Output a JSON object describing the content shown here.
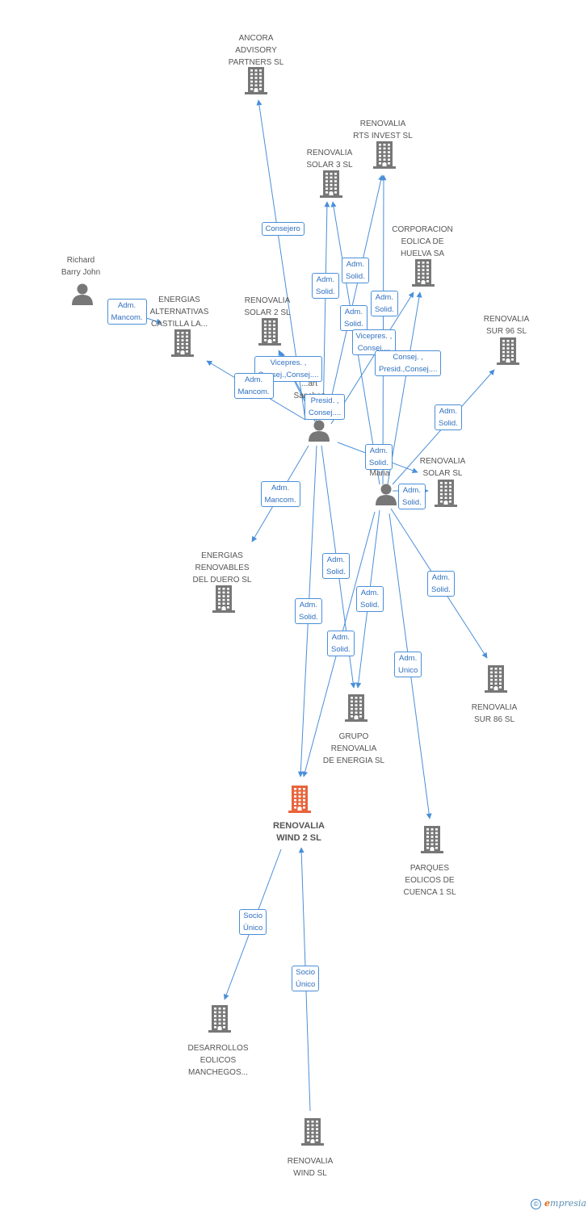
{
  "colors": {
    "edge": "#4a8fd8",
    "node": "#777777",
    "main": "#e8643c"
  },
  "nodes": [
    {
      "id": "ancora",
      "label": "ANCORA\nADVISORY\nPARTNERS SL",
      "type": "company"
    },
    {
      "id": "rts",
      "label": "RENOVALIA\nRTS INVEST SL",
      "type": "company"
    },
    {
      "id": "solar3",
      "label": "RENOVALIA\nSOLAR 3 SL",
      "type": "company"
    },
    {
      "id": "corporacion",
      "label": "CORPORACION\nEOLICA DE\nHUELVA SA",
      "type": "company"
    },
    {
      "id": "richard",
      "label": "Richard\nBarry John",
      "type": "person"
    },
    {
      "id": "energias_cl",
      "label": "ENERGIAS\nALTERNATIVAS\nCASTILLA LA...",
      "type": "company"
    },
    {
      "id": "solar2",
      "label": "RENOVALIA\nSOLAR 2 SL",
      "type": "company"
    },
    {
      "id": "sur96",
      "label": "RENOVALIA\nSUR 96 SL",
      "type": "company"
    },
    {
      "id": "stuart",
      "label": "...art\nSanchez",
      "type": "person"
    },
    {
      "id": "person2",
      "label": "...a\n...ez\nMaria",
      "type": "person"
    },
    {
      "id": "solarsl",
      "label": "RENOVALIA\nSOLAR SL",
      "type": "company"
    },
    {
      "id": "duero",
      "label": "ENERGIAS\nRENOVABLES\nDEL DUERO SL",
      "type": "company"
    },
    {
      "id": "sur86",
      "label": "RENOVALIA\nSUR 86 SL",
      "type": "company"
    },
    {
      "id": "grupo",
      "label": "GRUPO\nRENOVALIA\nDE ENERGIA SL",
      "type": "company"
    },
    {
      "id": "wind2",
      "label": "RENOVALIA\nWIND 2 SL",
      "type": "main"
    },
    {
      "id": "cuenca",
      "label": "PARQUES\nEOLICOS DE\nCUENCA 1 SL",
      "type": "company"
    },
    {
      "id": "manchegos",
      "label": "DESARROLLOS\nEOLICOS\nMANCHEGOS...",
      "type": "company"
    },
    {
      "id": "windsl",
      "label": "RENOVALIA\nWIND SL",
      "type": "company"
    }
  ],
  "edges": [
    {
      "from": "stuart",
      "to": "ancora",
      "label": "Consejero"
    },
    {
      "from": "stuart",
      "to": "solar3",
      "label": "Adm.\nSolid."
    },
    {
      "from": "person2",
      "to": "solar3",
      "label": "Adm.\nSolid."
    },
    {
      "from": "stuart",
      "to": "rts",
      "label": "Adm.\nSolid."
    },
    {
      "from": "person2",
      "to": "rts",
      "label": "Adm.\nSolid."
    },
    {
      "from": "stuart",
      "to": "corporacion",
      "label": "Vicepres. ,\nConsej...."
    },
    {
      "from": "person2",
      "to": "corporacion",
      "label": "Consej. ,\nPresid.,Consej...."
    },
    {
      "from": "stuart",
      "to": "solar2",
      "label": "Vicepres. ,\nConsej.,Consej...."
    },
    {
      "from": "stuart",
      "to": "solar2",
      "label": "Presid. ,\nConsej...."
    },
    {
      "from": "richard",
      "to": "energias_cl",
      "label": "Adm.\nMancom."
    },
    {
      "from": "stuart",
      "to": "energias_cl",
      "label": "Adm.\nMancom."
    },
    {
      "from": "person2",
      "to": "sur96",
      "label": "Adm.\nSolid."
    },
    {
      "from": "stuart",
      "to": "solarsl",
      "label": "Adm.\nSolid."
    },
    {
      "from": "person2",
      "to": "solarsl",
      "label": "Adm.\nSolid."
    },
    {
      "from": "stuart",
      "to": "duero",
      "label": "Adm.\nMancom."
    },
    {
      "from": "person2",
      "to": "sur86",
      "label": "Adm.\nSolid."
    },
    {
      "from": "stuart",
      "to": "grupo",
      "label": "Adm.\nSolid."
    },
    {
      "from": "person2",
      "to": "grupo",
      "label": "Adm.\nSolid."
    },
    {
      "from": "stuart",
      "to": "wind2",
      "label": "Adm.\nSolid."
    },
    {
      "from": "person2",
      "to": "wind2",
      "label": "Adm.\nSolid."
    },
    {
      "from": "person2",
      "to": "cuenca",
      "label": "Adm.\nUnico"
    },
    {
      "from": "wind2",
      "to": "manchegos",
      "label": "Socio\nÚnico"
    },
    {
      "from": "windsl",
      "to": "wind2",
      "label": "Socio\nÚnico"
    }
  ],
  "footer": {
    "copyright": "©",
    "brand_e": "e",
    "brand_rest": "mpresia"
  }
}
